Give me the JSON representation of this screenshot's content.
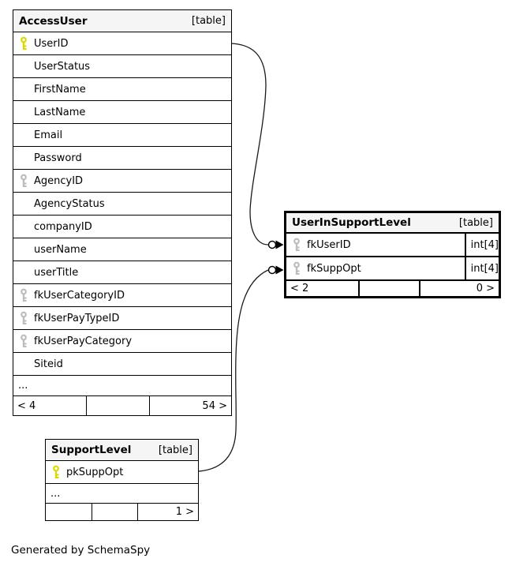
{
  "footer_note": "Generated by SchemaSpy",
  "tables": [
    {
      "name": "AccessUser",
      "tag": "[table]",
      "columns": [
        {
          "name": "UserID",
          "key": "primary"
        },
        {
          "name": "UserStatus",
          "key": ""
        },
        {
          "name": "FirstName",
          "key": ""
        },
        {
          "name": "LastName",
          "key": ""
        },
        {
          "name": "Email",
          "key": ""
        },
        {
          "name": "Password",
          "key": ""
        },
        {
          "name": "AgencyID",
          "key": "foreign"
        },
        {
          "name": "AgencyStatus",
          "key": ""
        },
        {
          "name": "companyID",
          "key": ""
        },
        {
          "name": "userName",
          "key": ""
        },
        {
          "name": "userTitle",
          "key": ""
        },
        {
          "name": "fkUserCategoryID",
          "key": "foreign"
        },
        {
          "name": "fkUserPayTypeID",
          "key": "foreign"
        },
        {
          "name": "fkUserPayCategory",
          "key": "foreign"
        },
        {
          "name": "Siteid",
          "key": ""
        }
      ],
      "ellipsis": "...",
      "footer": {
        "left": "< 4",
        "mid": "",
        "right": "54 >"
      }
    },
    {
      "name": "UserInSupportLevel",
      "tag": "[table]",
      "columns": [
        {
          "name": "fkUserID",
          "type": "int[4]",
          "key": "foreign"
        },
        {
          "name": "fkSuppOpt",
          "type": "int[4]",
          "key": "foreign"
        }
      ],
      "footer": {
        "left": "< 2",
        "mid": "",
        "right": "0 >"
      }
    },
    {
      "name": "SupportLevel",
      "tag": "[table]",
      "columns": [
        {
          "name": "pkSuppOpt",
          "key": "primary"
        }
      ],
      "ellipsis": "...",
      "footer": {
        "left": "",
        "mid": "",
        "right": "1 >"
      }
    }
  ],
  "relationships": [
    {
      "from": "AccessUser.UserID",
      "to": "UserInSupportLevel.fkUserID"
    },
    {
      "from": "SupportLevel.pkSuppOpt",
      "to": "UserInSupportLevel.fkSuppOpt"
    }
  ],
  "colors": {
    "header_bg": "#f5f5f5",
    "primary_key": "#d9d900",
    "foreign_key": "#bcbcbc",
    "line": "#000000"
  }
}
